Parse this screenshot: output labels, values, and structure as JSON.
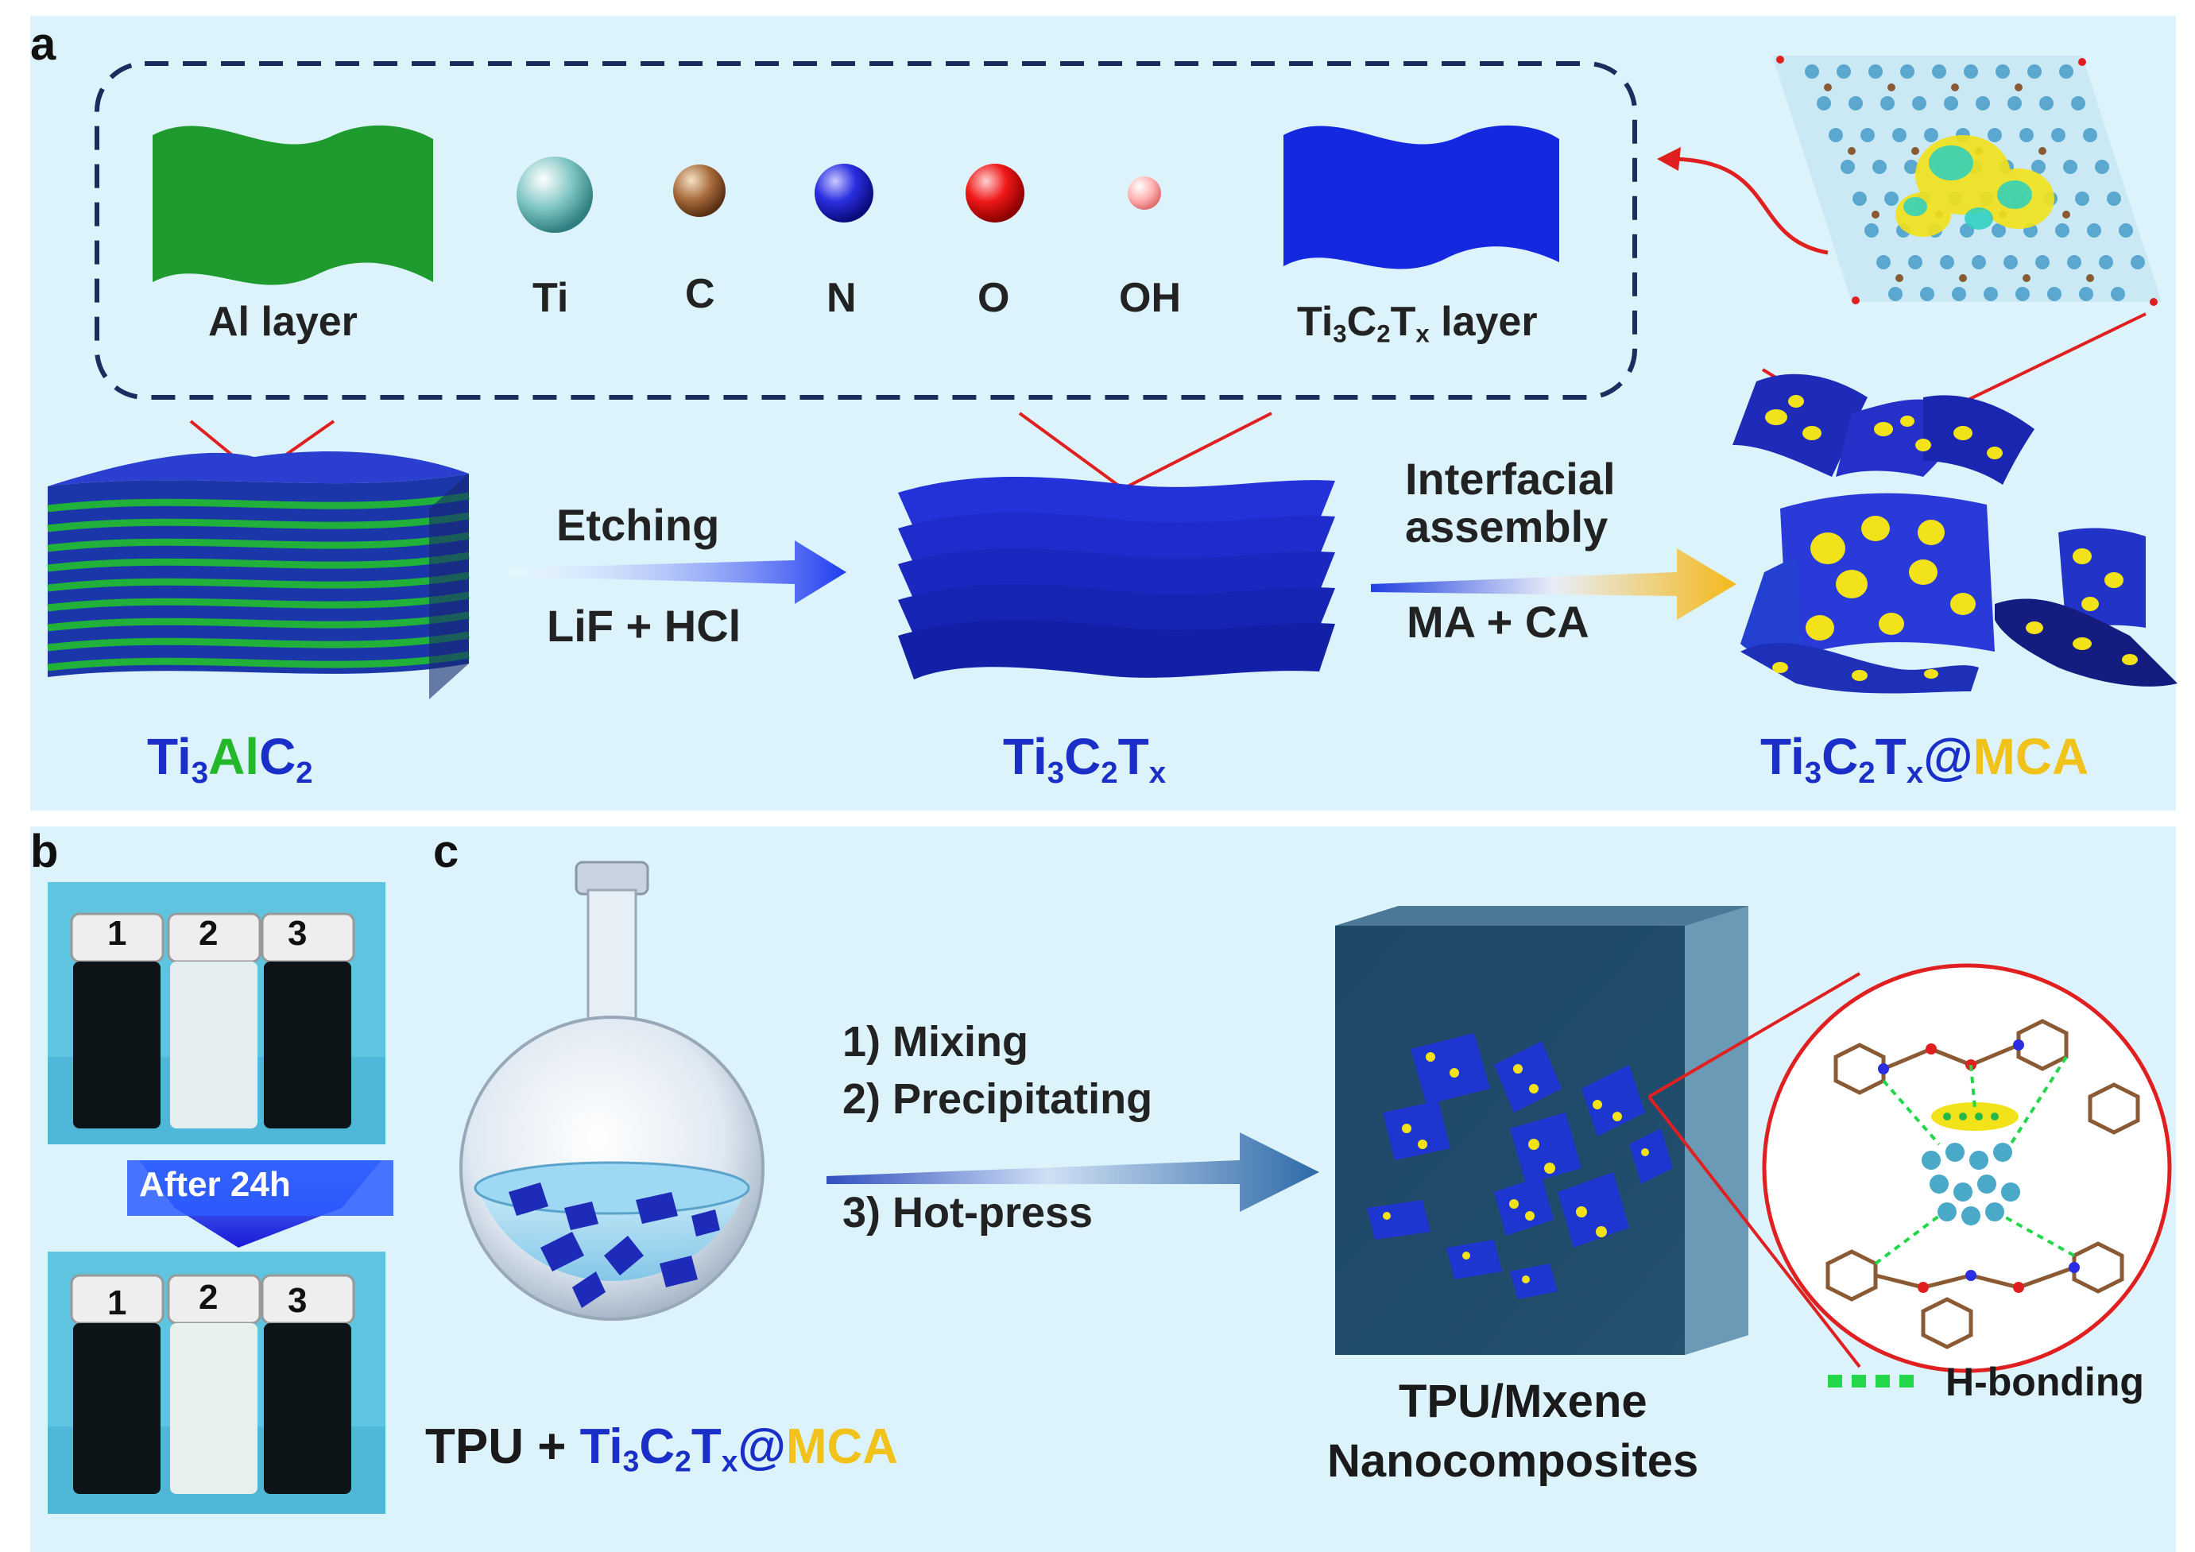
{
  "panels": {
    "a": "a",
    "b": "b",
    "c": "c"
  },
  "legend": {
    "al_layer": "Al layer",
    "ti": "Ti",
    "c": "C",
    "n": "N",
    "o": "O",
    "oh": "OH",
    "mxene_layer": {
      "a": "Ti",
      "b": "3",
      "c": "C",
      "d": "2",
      "e": "T",
      "f": "x",
      "g": " layer"
    }
  },
  "steps": {
    "etching_top": "Etching",
    "etching_bottom": "LiF + HCl",
    "assembly_top1": "Interfacial",
    "assembly_top2": "assembly",
    "assembly_bottom": "MA + CA",
    "mix": "1) Mixing",
    "precip": "2) Precipitating",
    "hotpress": "3) Hot-press"
  },
  "labels": {
    "ti3alc2": {
      "a": "Ti",
      "b": "3",
      "c": "Al",
      "d": "C",
      "e": "2"
    },
    "ti3c2tx": {
      "a": "Ti",
      "b": "3",
      "c": "C",
      "d": "2",
      "e": "T",
      "f": "x"
    },
    "ti3c2tx_mca": {
      "a": "Ti",
      "b": "3",
      "c": "C",
      "d": "2",
      "e": "T",
      "f": "x",
      "g": "@",
      "h": "MCA"
    },
    "tpu_mix": {
      "a": "TPU + ",
      "b": "Ti",
      "c": "3",
      "d": "C",
      "e": "2",
      "f": "T",
      "g": "x",
      "h": "@",
      "i": "MCA"
    },
    "nano1": "TPU/Mxene",
    "nano2": "Nanocomposites",
    "hbond": "H-bonding"
  },
  "vials": {
    "after": "After 24h",
    "n1": "1",
    "n2": "2",
    "n3": "3"
  },
  "colors": {
    "background": "#ddf3fc",
    "mxene_blue": "#1428e0",
    "al_green": "#1f9a2e",
    "mca_yellow": "#f0c21a",
    "frame_navy": "#1b2d5e",
    "red_line": "#e02020"
  }
}
